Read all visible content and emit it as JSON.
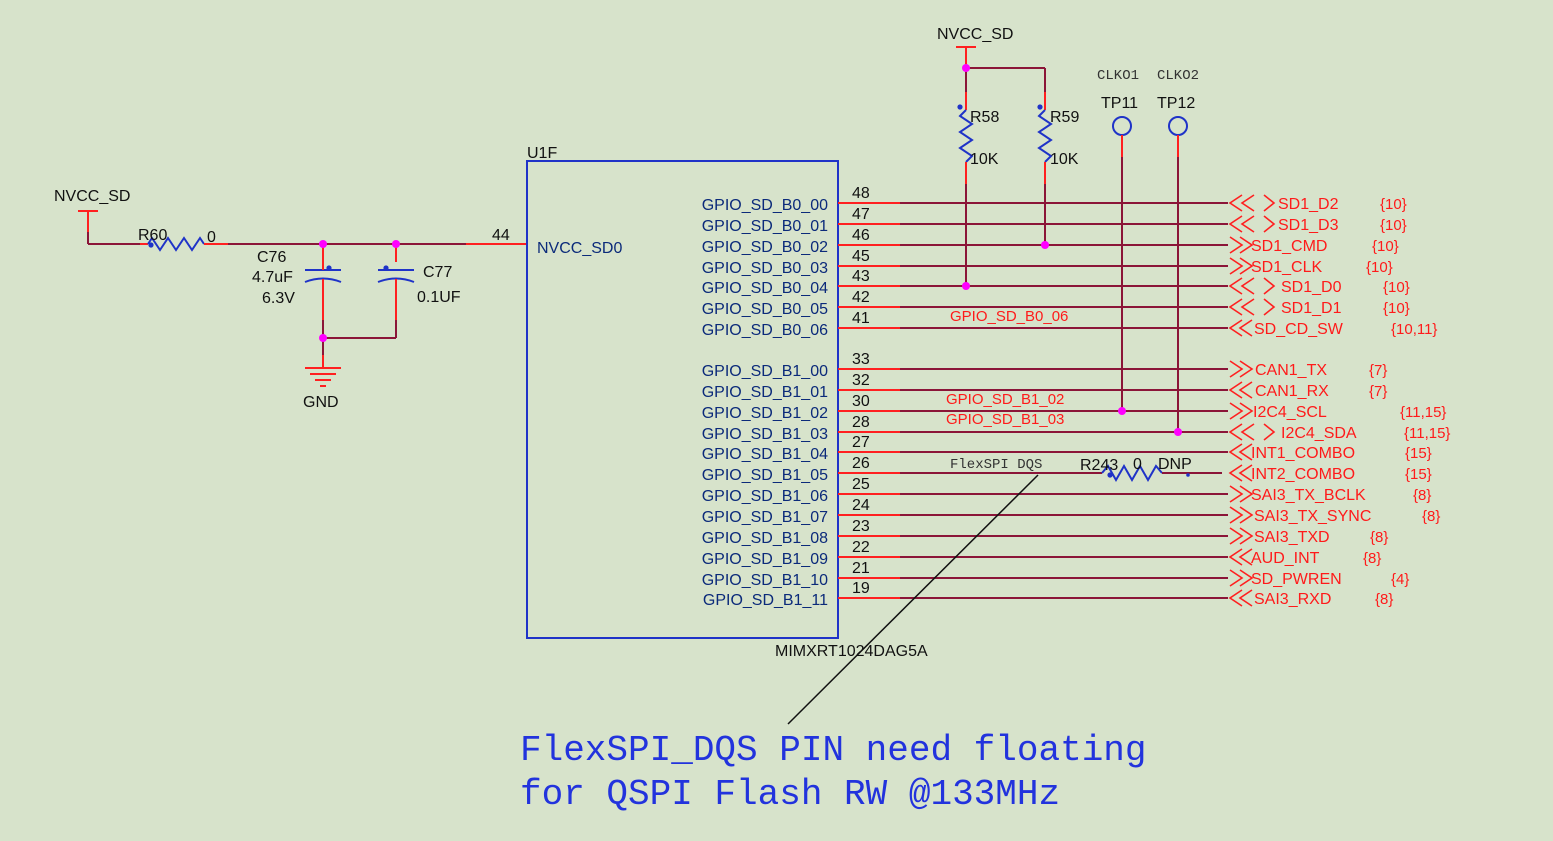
{
  "colors": {
    "background": "#d7e3cb",
    "wire": "#8b1538",
    "pin": "#ff2020",
    "component": "#1f33c8",
    "junction": "#ff00ff",
    "note": "#2233dd"
  },
  "power_left": {
    "label": "NVCC_SD"
  },
  "power_top": {
    "label": "NVCC_SD"
  },
  "ground": {
    "label": "GND"
  },
  "resistors": {
    "r60": {
      "ref": "R60",
      "value": "0"
    },
    "r58": {
      "ref": "R58",
      "value": "10K"
    },
    "r59": {
      "ref": "R59",
      "value": "10K"
    },
    "r243": {
      "ref": "R243",
      "value": "0",
      "dnp": "DNP"
    }
  },
  "capacitors": {
    "c76": {
      "ref": "C76",
      "value": "4.7uF",
      "voltage": "6.3V"
    },
    "c77": {
      "ref": "C77",
      "value": "0.1UF"
    }
  },
  "testpoints": {
    "tp11": {
      "ref": "TP11",
      "net": "CLKO1"
    },
    "tp12": {
      "ref": "TP12",
      "net": "CLKO2"
    }
  },
  "ic": {
    "ref": "U1F",
    "part": "MIMXRT1024DAG5A",
    "power_pin": {
      "name": "NVCC_SD0",
      "number": "44"
    },
    "pins": [
      {
        "name": "GPIO_SD_B0_00",
        "number": "48"
      },
      {
        "name": "GPIO_SD_B0_01",
        "number": "47"
      },
      {
        "name": "GPIO_SD_B0_02",
        "number": "46"
      },
      {
        "name": "GPIO_SD_B0_03",
        "number": "45"
      },
      {
        "name": "GPIO_SD_B0_04",
        "number": "43"
      },
      {
        "name": "GPIO_SD_B0_05",
        "number": "42"
      },
      {
        "name": "GPIO_SD_B0_06",
        "number": "41"
      },
      {
        "name": "GPIO_SD_B1_00",
        "number": "33"
      },
      {
        "name": "GPIO_SD_B1_01",
        "number": "32"
      },
      {
        "name": "GPIO_SD_B1_02",
        "number": "30"
      },
      {
        "name": "GPIO_SD_B1_03",
        "number": "28"
      },
      {
        "name": "GPIO_SD_B1_04",
        "number": "27"
      },
      {
        "name": "GPIO_SD_B1_05",
        "number": "26"
      },
      {
        "name": "GPIO_SD_B1_06",
        "number": "25"
      },
      {
        "name": "GPIO_SD_B1_07",
        "number": "24"
      },
      {
        "name": "GPIO_SD_B1_08",
        "number": "23"
      },
      {
        "name": "GPIO_SD_B1_09",
        "number": "22"
      },
      {
        "name": "GPIO_SD_B1_10",
        "number": "21"
      },
      {
        "name": "GPIO_SD_B1_11",
        "number": "19"
      }
    ]
  },
  "net_labels": {
    "b0_06": "GPIO_SD_B0_06",
    "b1_02": "GPIO_SD_B1_02",
    "b1_03": "GPIO_SD_B1_03",
    "dqs": "FlexSPI DQS"
  },
  "ports": [
    {
      "name": "SD1_D2",
      "ref": "{10}",
      "dir": "bi"
    },
    {
      "name": "SD1_D3",
      "ref": "{10}",
      "dir": "bi"
    },
    {
      "name": "SD1_CMD",
      "ref": "{10}",
      "dir": "out"
    },
    {
      "name": "SD1_CLK",
      "ref": "{10}",
      "dir": "out"
    },
    {
      "name": "SD1_D0",
      "ref": "{10}",
      "dir": "bi"
    },
    {
      "name": "SD1_D1",
      "ref": "{10}",
      "dir": "bi"
    },
    {
      "name": "SD_CD_SW",
      "ref": "{10,11}",
      "dir": "in"
    },
    {
      "name": "CAN1_TX",
      "ref": "{7}",
      "dir": "out"
    },
    {
      "name": "CAN1_RX",
      "ref": "{7}",
      "dir": "in"
    },
    {
      "name": "I2C4_SCL",
      "ref": "{11,15}",
      "dir": "out"
    },
    {
      "name": "I2C4_SDA",
      "ref": "{11,15}",
      "dir": "bi"
    },
    {
      "name": "INT1_COMBO",
      "ref": "{15}",
      "dir": "in"
    },
    {
      "name": "INT2_COMBO",
      "ref": "{15}",
      "dir": "in"
    },
    {
      "name": "SAI3_TX_BCLK",
      "ref": "{8}",
      "dir": "out"
    },
    {
      "name": "SAI3_TX_SYNC",
      "ref": "{8}",
      "dir": "out"
    },
    {
      "name": "SAI3_TXD",
      "ref": "{8}",
      "dir": "out"
    },
    {
      "name": "AUD_INT",
      "ref": "{8}",
      "dir": "in"
    },
    {
      "name": "SD_PWREN",
      "ref": "{4}",
      "dir": "out"
    },
    {
      "name": "SAI3_RXD",
      "ref": "{8}",
      "dir": "in"
    }
  ],
  "note": {
    "line1": "FlexSPI_DQS PIN need floating",
    "line2": "for QSPI Flash RW @133MHz"
  }
}
